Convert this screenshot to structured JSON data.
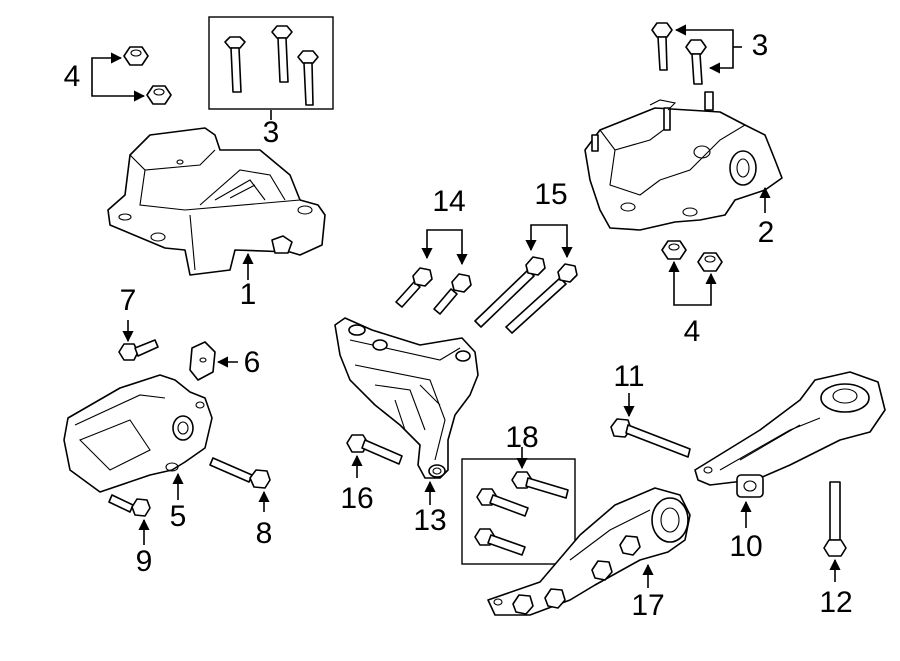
{
  "diagram": {
    "callouts": {
      "c1": "1",
      "c2": "2",
      "c3a": "3",
      "c3b": "3",
      "c4a": "4",
      "c4b": "4",
      "c5": "5",
      "c6": "6",
      "c7": "7",
      "c8": "8",
      "c9": "9",
      "c10": "10",
      "c11": "11",
      "c12": "12",
      "c13": "13",
      "c14": "14",
      "c15": "15",
      "c16": "16",
      "c17": "17",
      "c18": "18"
    }
  }
}
